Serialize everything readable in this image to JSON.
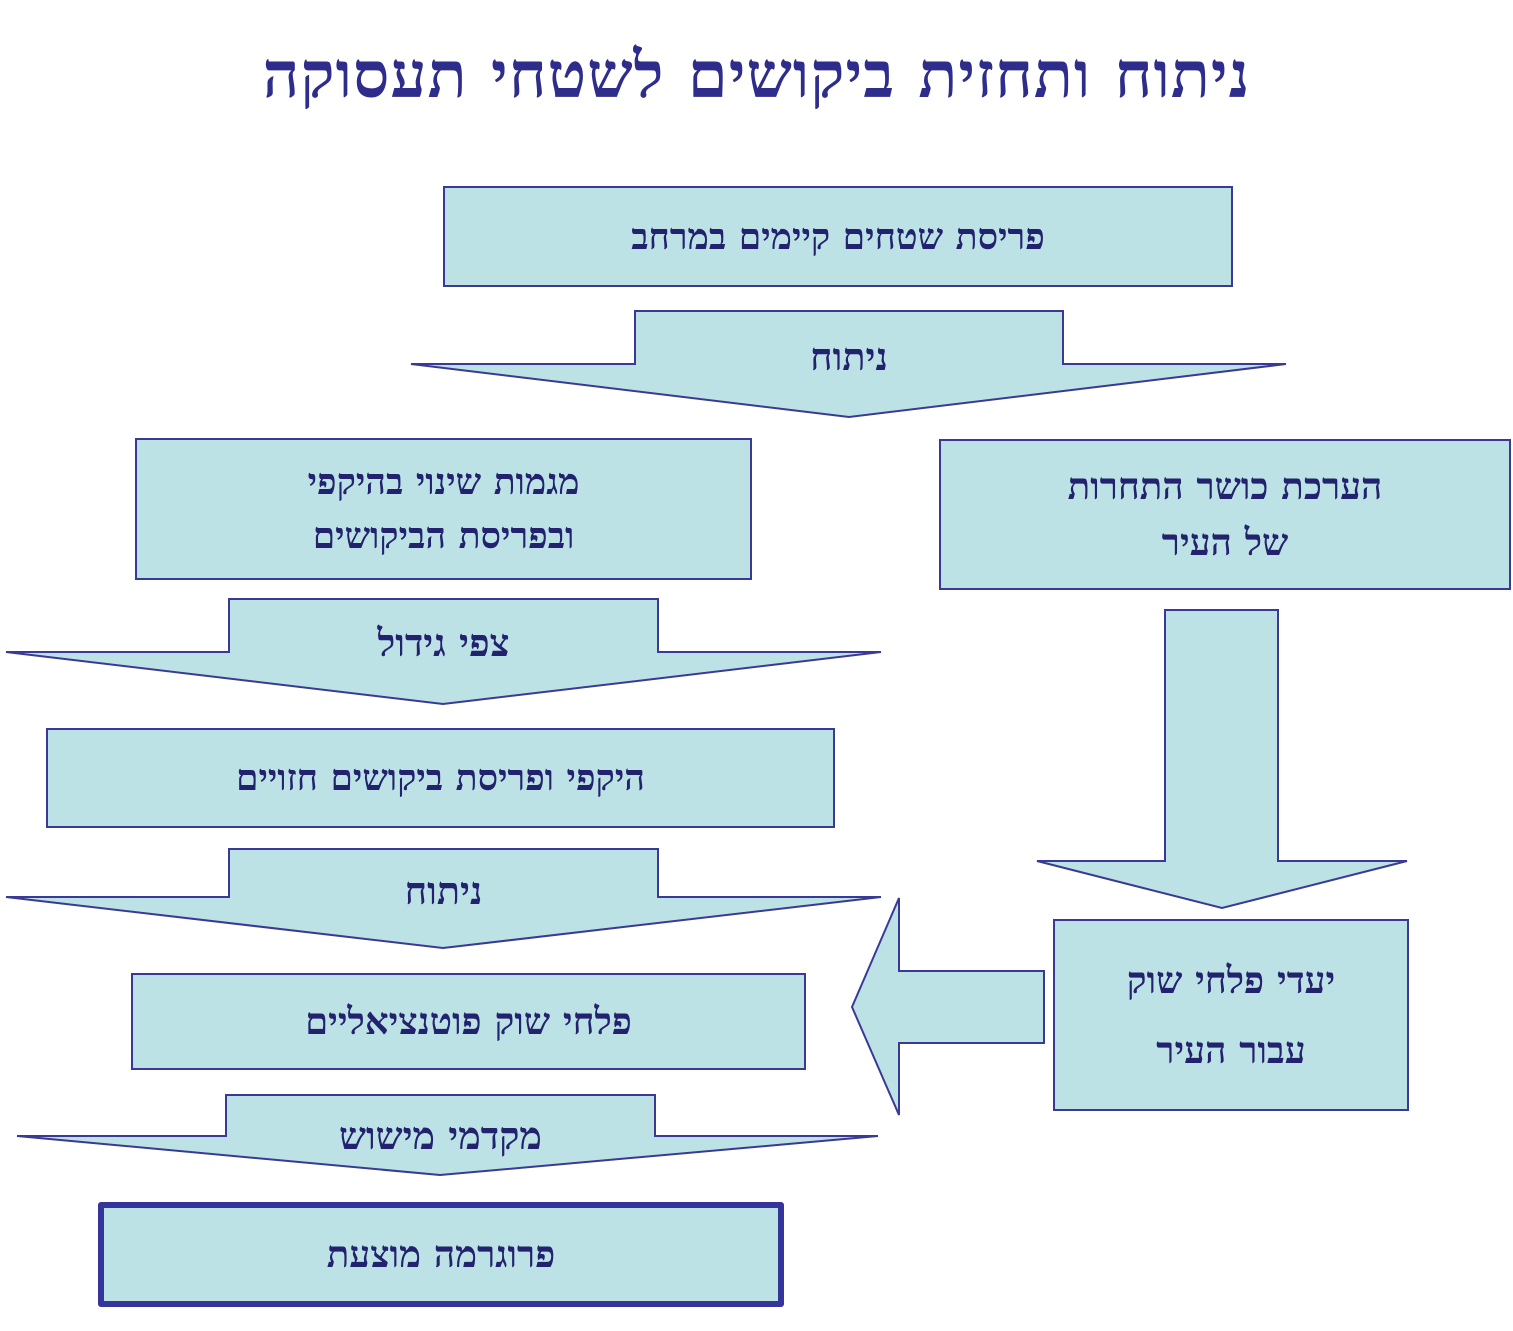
{
  "title": "ניתוח ותחזית ביקושים לשטחי תעסוקה",
  "boxes": {
    "existing": "פריסת שטחים קיימים במרחב",
    "change_line1": "מגמות שינוי בהיקפי",
    "change_line2": "ובפריסת הביקושים",
    "competitiveness_line1": "הערכת כושר התחרות",
    "competitiveness_line2": "של העיר",
    "forecast": "היקפי ופריסת ביקושים  חזויים",
    "targets_line1": "יעדי פלחי שוק",
    "targets_line2": "עבור העיר",
    "segments": "פלחי שוק פוטנציאליים",
    "program": "פרוגרמה מוצעת"
  },
  "arrows": {
    "analysis_top": "ניתוח",
    "growth": "צפי גידול",
    "analysis_mid": "ניתוח",
    "priorities": "מקדמי מישוש"
  },
  "colors": {
    "fill": "#bde2e6",
    "stroke": "#3a3a96",
    "text": "#22226e",
    "title": "#2e2d8c"
  }
}
